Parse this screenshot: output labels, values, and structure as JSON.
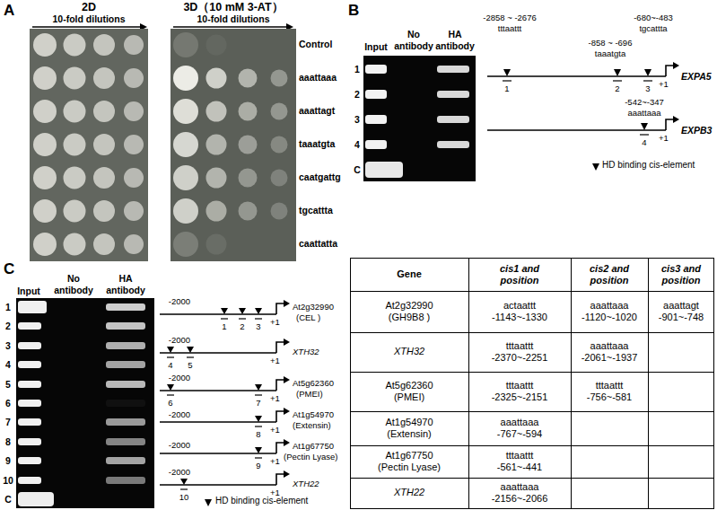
{
  "diagram": {
    "labels": [
      "A",
      "2D",
      "10-fold dilutions",
      "3D（10 mM 3-AT）",
      "10-fold dilutions",
      "Control",
      "aaattaaa",
      "aaattagt",
      "taaatgta",
      "caatgattg",
      "tgcattta",
      "caattatta",
      "B",
      "Input",
      "No antibody",
      "HA antibody",
      "1",
      "2",
      "3",
      "4",
      "C",
      "-2858 ~ -2676",
      "tttaattt",
      "-858 ~ -696",
      "taaatgta",
      "-680~-483",
      "tgcattta",
      "EXPA5",
      "+1",
      "1",
      "2",
      "3",
      "-542~-347",
      "aaattaaa",
      "EXPB3",
      "+1",
      "4",
      "C",
      "Input",
      "No antibody",
      "HA antibody",
      "1",
      "2",
      "3",
      "4",
      "5",
      "6",
      "7",
      "8",
      "9",
      "10",
      "C",
      "-2000",
      "At2g32990",
      "(CEL )",
      "+1",
      "1",
      "2",
      "3",
      "-2000",
      "XTH32",
      "+1",
      "4",
      "5",
      "-2000",
      "At5g62360",
      "(PMEI)",
      "+1",
      "6",
      "7",
      "-2000",
      "At1g54970",
      "(Extensin)",
      "+1",
      "8",
      "-2000",
      "At1g67750",
      "(Pectin Lyase)",
      "+1",
      "9",
      "-2000",
      "XTH22",
      "+1",
      "10",
      "Gene",
      "cis1 and position",
      "cis2 and position",
      "cis3 and position",
      "At2g32990 (GH9B8 )",
      "actaattt -1143~-1330",
      "aaattaaa -1120~-1020",
      "aaattagt -901~-748",
      "XTH32",
      "tttaattt -2370~-2251",
      "aaattaaa -2061~-1937",
      "At5g62360 (PMEI)",
      "tttaattt -2325~-2151",
      "tttaattt -756~-581",
      "At1g54970 (Extensin)",
      "aaattaaa -767~-594",
      "At1g67750 (Pectin Lyase)",
      "tttaattt -561~-441",
      "XTH22",
      "aaattaaa -2156~-2066"
    ],
    "legend": [
      {
        "text": "HD binding cis-element"
      },
      {
        "text": "HD binding cis-element"
      }
    ]
  }
}
